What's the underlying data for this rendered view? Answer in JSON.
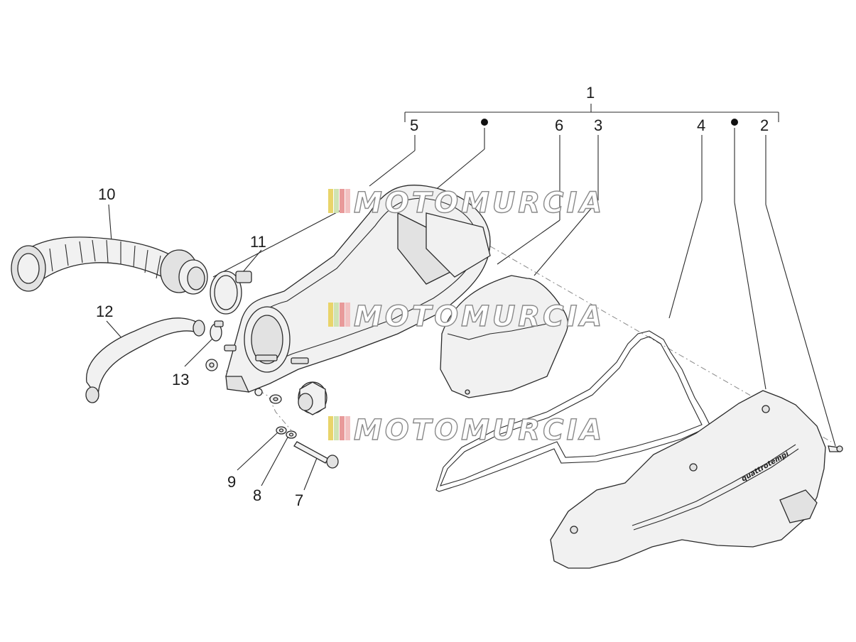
{
  "callouts": {
    "c1": "1",
    "c2": "2",
    "c3": "3",
    "c4": "4",
    "c5": "5",
    "c6": "6",
    "c7": "7",
    "c8": "8",
    "c9": "9",
    "c10": "10",
    "c11": "11",
    "c12": "12",
    "c13": "13"
  },
  "watermark": {
    "text": "MOTOMURCIA"
  },
  "decal": {
    "text": "quattrotempi"
  },
  "colors": {
    "stripe1": "#e9d46a",
    "stripe2": "#cfe3b3",
    "stripe3": "#e89a9a",
    "stripe4": "#f2c2c2"
  }
}
